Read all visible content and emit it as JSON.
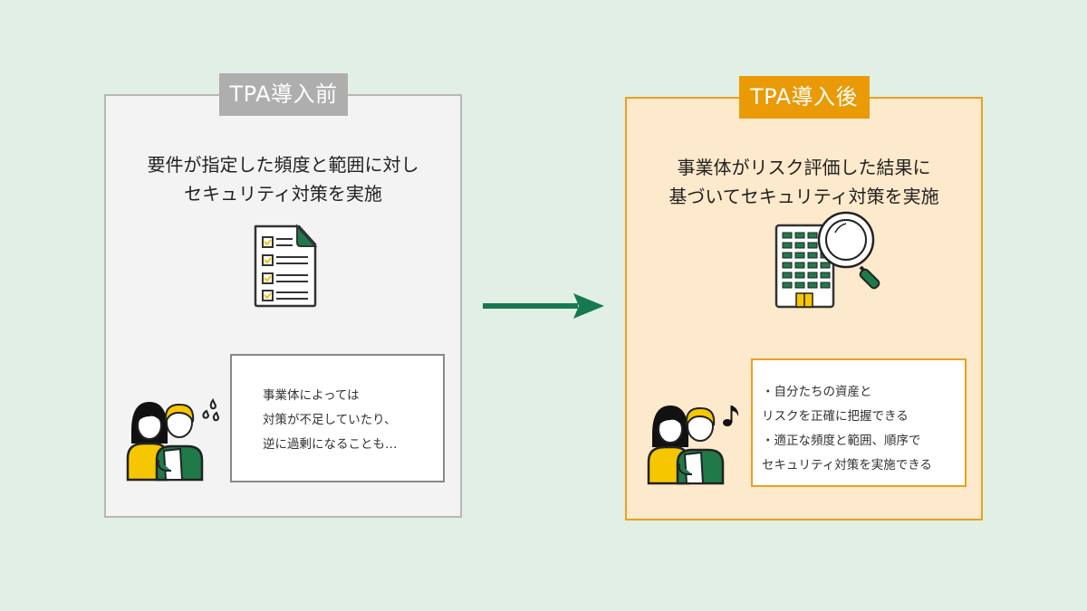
{
  "colors": {
    "background": "#e1efe4",
    "before_label": "#aeaeae",
    "before_panel": "#f3f3f3",
    "after_label": "#e99a05",
    "after_panel": "#fde9cb",
    "accent_green": "#167a4e",
    "accent_yellow": "#f6c700"
  },
  "before": {
    "label": "TPA導入前",
    "heading": [
      "要件が指定した頻度と範囲に対し",
      "セキュリティ対策を実施"
    ],
    "icon": "checklist-document-icon",
    "people_icon": "worried-people-icon",
    "bubble_lines": [
      "事業体によっては",
      "対策が不足していたり、",
      "逆に過剰になることも…"
    ]
  },
  "arrow": {
    "icon": "right-arrow-icon"
  },
  "after": {
    "label": "TPA導入後",
    "heading": [
      "事業体がリスク評価した結果に",
      "基づいてセキュリティ対策を実施"
    ],
    "icon": "building-magnifier-icon",
    "people_icon": "happy-people-icon",
    "bubble_lines": [
      "・自分たちの資産と",
      "リスクを正確に把握できる",
      "・適正な頻度と範囲、順序で",
      "セキュリティ対策を実施できる"
    ]
  }
}
